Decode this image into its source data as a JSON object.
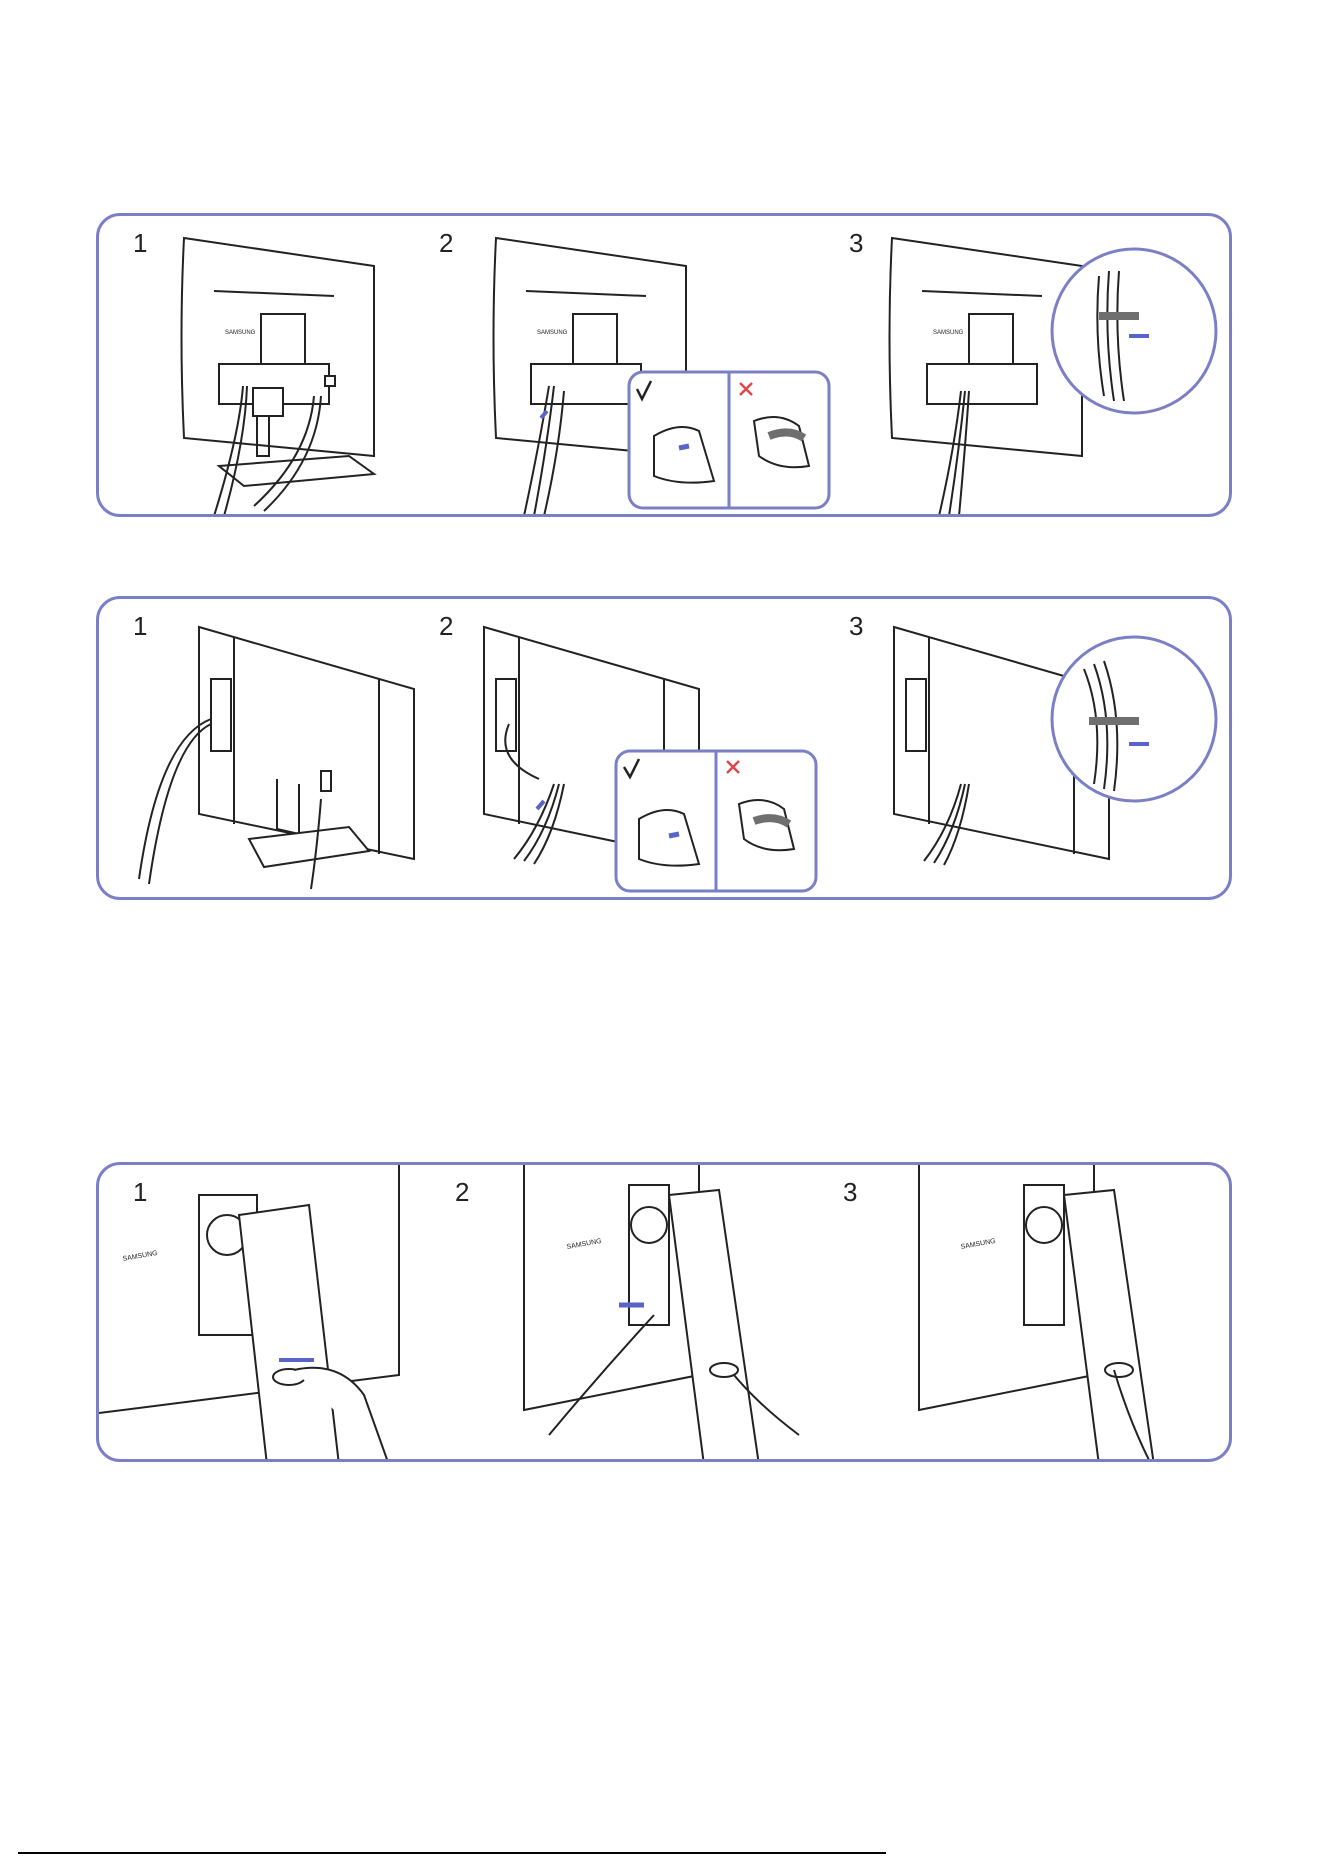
{
  "panels": [
    {
      "steps": [
        {
          "label": "1"
        },
        {
          "label": "2"
        },
        {
          "label": "3"
        }
      ],
      "brand": "SAMSUNG"
    },
    {
      "steps": [
        {
          "label": "1"
        },
        {
          "label": "2"
        },
        {
          "label": "3"
        }
      ]
    },
    {
      "steps": [
        {
          "label": "1"
        },
        {
          "label": "2"
        },
        {
          "label": "3"
        }
      ],
      "brand": "SAMSUNG"
    }
  ],
  "icons": {
    "correct": "check-mark-icon",
    "incorrect": "cross-mark-icon"
  },
  "colors": {
    "panel_border": "#7b7fc6",
    "arrow": "#5a63c8",
    "cross": "#e04848",
    "line": "#222222",
    "strap": "#6f6f6f"
  }
}
